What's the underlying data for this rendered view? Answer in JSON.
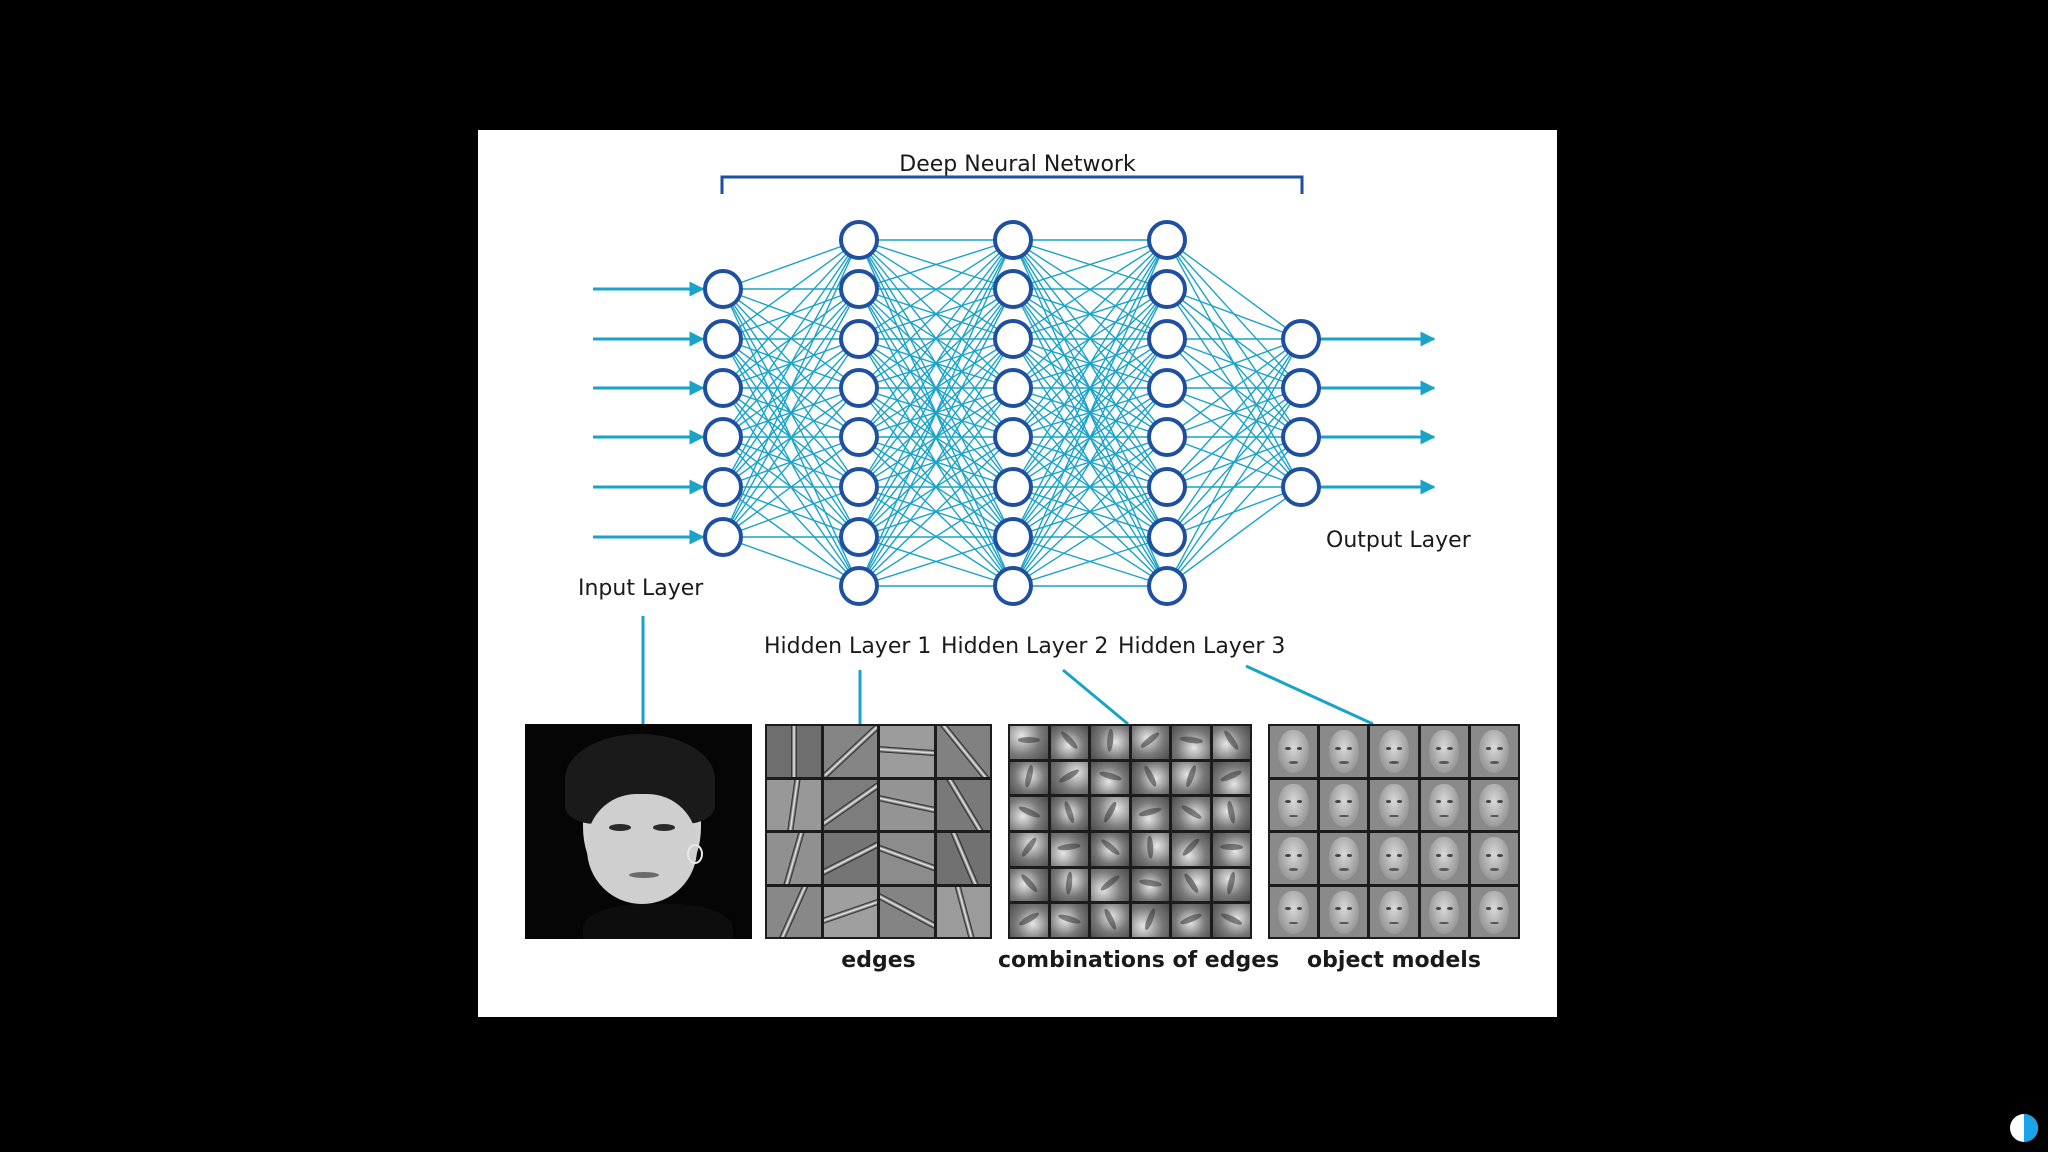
{
  "title": "Deep Neural Network",
  "layers": {
    "input": "Input Layer",
    "hidden1": "Hidden Layer 1",
    "hidden2": "Hidden Layer 2",
    "hidden3": "Hidden Layer 3",
    "output": "Output Layer"
  },
  "captions": {
    "edges": "edges",
    "combinations": "combinations of edges",
    "objects": "object models"
  },
  "colors": {
    "node_stroke": "#1f4fa0",
    "connection": "#1aa3c8",
    "bracket": "#1f4fa0",
    "background": "#000000",
    "slide": "#ffffff"
  },
  "node_counts": [
    6,
    8,
    8,
    8,
    4
  ],
  "icons": {
    "corner_badge": "half-circle-icon"
  }
}
